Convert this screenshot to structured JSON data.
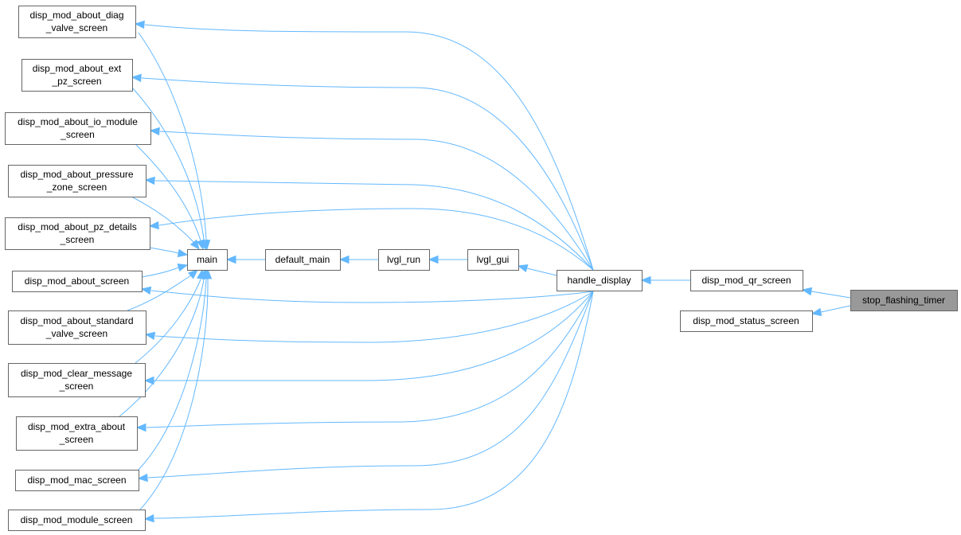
{
  "colors": {
    "edge": "#63b8ff",
    "node_border": "#666666",
    "node_fill": "#ffffff",
    "highlight_fill": "#999999"
  },
  "nodes": {
    "diag": [
      "disp_mod_about_diag",
      "_valve_screen"
    ],
    "ext": [
      "disp_mod_about_ext",
      "_pz_screen"
    ],
    "io": [
      "disp_mod_about_io_module",
      "_screen"
    ],
    "pressure": [
      "disp_mod_about_pressure",
      "_zone_screen"
    ],
    "pzdet": [
      "disp_mod_about_pz_details",
      "_screen"
    ],
    "about": [
      "disp_mod_about_screen"
    ],
    "std": [
      "disp_mod_about_standard",
      "_valve_screen"
    ],
    "clear": [
      "disp_mod_clear_message",
      "_screen"
    ],
    "extra": [
      "disp_mod_extra_about",
      "_screen"
    ],
    "mac": [
      "disp_mod_mac_screen"
    ],
    "module": [
      "disp_mod_module_screen"
    ],
    "main": [
      "main"
    ],
    "default_main": [
      "default_main"
    ],
    "lvgl_run": [
      "lvgl_run"
    ],
    "lvgl_gui": [
      "lvgl_gui"
    ],
    "handle_display": [
      "handle_display"
    ],
    "qr": [
      "disp_mod_qr_screen"
    ],
    "status": [
      "disp_mod_status_screen"
    ],
    "stop": [
      "stop_flashing_timer"
    ]
  },
  "edges": [
    [
      "stop",
      "qr"
    ],
    [
      "stop",
      "status"
    ],
    [
      "qr",
      "handle_display"
    ],
    [
      "handle_display",
      "lvgl_gui"
    ],
    [
      "lvgl_gui",
      "lvgl_run"
    ],
    [
      "lvgl_run",
      "default_main"
    ],
    [
      "default_main",
      "main"
    ],
    [
      "handle_display",
      "diag"
    ],
    [
      "handle_display",
      "ext"
    ],
    [
      "handle_display",
      "io"
    ],
    [
      "handle_display",
      "pressure"
    ],
    [
      "handle_display",
      "pzdet"
    ],
    [
      "handle_display",
      "about"
    ],
    [
      "handle_display",
      "std"
    ],
    [
      "handle_display",
      "clear"
    ],
    [
      "handle_display",
      "extra"
    ],
    [
      "handle_display",
      "mac"
    ],
    [
      "handle_display",
      "module"
    ],
    [
      "diag",
      "main"
    ],
    [
      "ext",
      "main"
    ],
    [
      "io",
      "main"
    ],
    [
      "pressure",
      "main"
    ],
    [
      "pzdet",
      "main"
    ],
    [
      "about",
      "main"
    ],
    [
      "std",
      "main"
    ],
    [
      "clear",
      "main"
    ],
    [
      "extra",
      "main"
    ],
    [
      "mac",
      "main"
    ],
    [
      "module",
      "main"
    ]
  ]
}
